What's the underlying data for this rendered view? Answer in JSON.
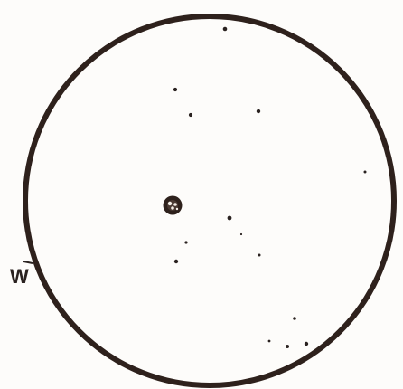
{
  "field_of_view": {
    "ring_color": "#2e211c",
    "star_color": "#2a2220",
    "nebula_color": "#2e211c",
    "direction_label": "W"
  },
  "objects": [
    {
      "kind": "nebula",
      "name": "central-nebula"
    },
    {
      "kind": "star",
      "name": "star-top"
    },
    {
      "kind": "star",
      "name": "star-upper-left-1"
    },
    {
      "kind": "star",
      "name": "star-upper-left-2"
    },
    {
      "kind": "star",
      "name": "star-upper-right"
    },
    {
      "kind": "star",
      "name": "star-far-right"
    },
    {
      "kind": "star",
      "name": "star-center-right"
    },
    {
      "kind": "star",
      "name": "star-center-right-faint"
    },
    {
      "kind": "star",
      "name": "star-left-1"
    },
    {
      "kind": "star",
      "name": "star-left-2"
    },
    {
      "kind": "star",
      "name": "star-lower-right-1"
    },
    {
      "kind": "star",
      "name": "star-lower-right-2"
    },
    {
      "kind": "star",
      "name": "star-lower-right-3"
    },
    {
      "kind": "star",
      "name": "star-lower-right-4"
    },
    {
      "kind": "star",
      "name": "star-right-mid"
    }
  ]
}
